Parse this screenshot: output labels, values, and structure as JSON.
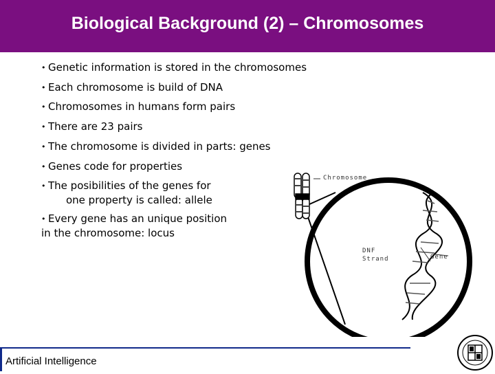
{
  "slide": {
    "title": "Biological Background (2) – Chromosomes",
    "bullets": [
      {
        "line1": "Genetic information is stored in the chromosomes"
      },
      {
        "line1": "Each chromosome is build of DNA"
      },
      {
        "line1": "Chromosomes in humans form pairs"
      },
      {
        "line1": "There are 23 pairs"
      },
      {
        "line1": "The chromosome is divided in parts: genes"
      },
      {
        "line1": "Genes code for properties"
      },
      {
        "line1": "The posibilities of the genes for",
        "line2": "one property is called: allele"
      },
      {
        "line1": "Every gene has an unique position",
        "line2": "in the chromosome: locus"
      }
    ],
    "footer": "Artificial Intelligence"
  },
  "figure": {
    "label_chromosome": "Chromosome",
    "label_dna_1": "DNF",
    "label_dna_2": "Strand",
    "label_gene": "Gene"
  },
  "colors": {
    "title_bar": "#7a0f80",
    "footer_rule": "#102a8a"
  }
}
